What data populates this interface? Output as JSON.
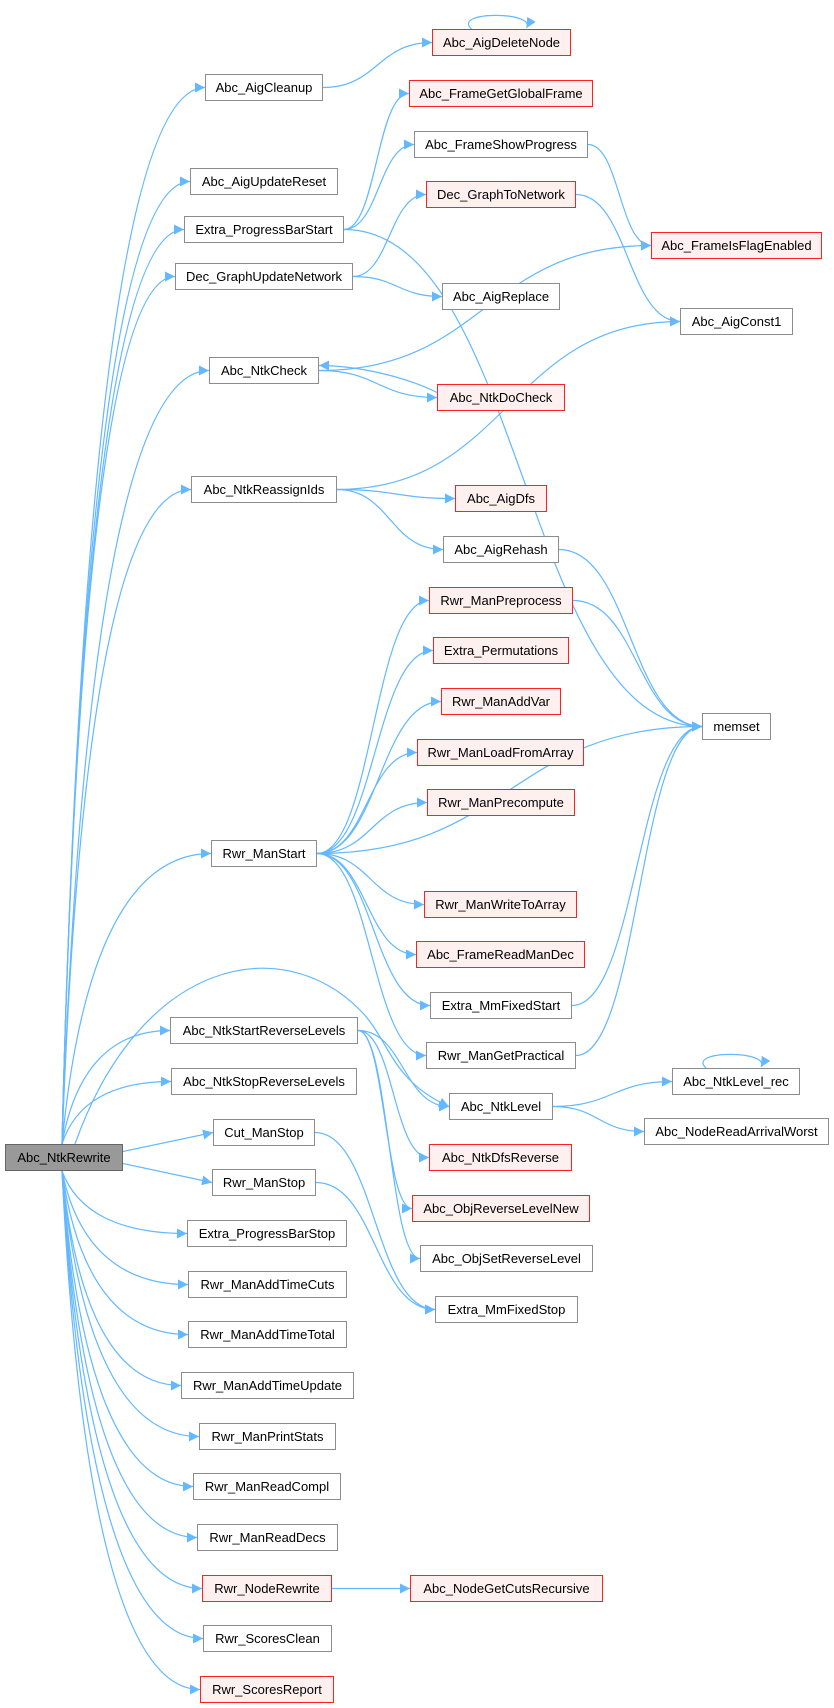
{
  "graph": {
    "root": "Abc_NtkRewrite",
    "nodes": [
      {
        "label": "Abc_NtkRewrite",
        "style": "root"
      },
      {
        "label": "Abc_AigCleanup",
        "style": "normal"
      },
      {
        "label": "Abc_AigDeleteNode",
        "style": "red"
      },
      {
        "label": "Abc_FrameGetGlobalFrame",
        "style": "red"
      },
      {
        "label": "Abc_FrameShowProgress",
        "style": "normal"
      },
      {
        "label": "Abc_AigUpdateReset",
        "style": "normal"
      },
      {
        "label": "Extra_ProgressBarStart",
        "style": "normal"
      },
      {
        "label": "Dec_GraphToNetwork",
        "style": "red"
      },
      {
        "label": "Abc_FrameIsFlagEnabled",
        "style": "red"
      },
      {
        "label": "Dec_GraphUpdateNetwork",
        "style": "normal"
      },
      {
        "label": "Abc_AigReplace",
        "style": "normal"
      },
      {
        "label": "Abc_AigConst1",
        "style": "normal"
      },
      {
        "label": "Abc_NtkCheck",
        "style": "normal"
      },
      {
        "label": "Abc_NtkDoCheck",
        "style": "red"
      },
      {
        "label": "Abc_NtkReassignIds",
        "style": "normal"
      },
      {
        "label": "Abc_AigDfs",
        "style": "red"
      },
      {
        "label": "Abc_AigRehash",
        "style": "normal"
      },
      {
        "label": "Rwr_ManPreprocess",
        "style": "red"
      },
      {
        "label": "Extra_Permutations",
        "style": "red"
      },
      {
        "label": "Rwr_ManAddVar",
        "style": "red"
      },
      {
        "label": "memset",
        "style": "normal"
      },
      {
        "label": "Rwr_ManLoadFromArray",
        "style": "red"
      },
      {
        "label": "Rwr_ManPrecompute",
        "style": "red"
      },
      {
        "label": "Rwr_ManStart",
        "style": "normal"
      },
      {
        "label": "Rwr_ManWriteToArray",
        "style": "red"
      },
      {
        "label": "Abc_FrameReadManDec",
        "style": "red"
      },
      {
        "label": "Extra_MmFixedStart",
        "style": "normal"
      },
      {
        "label": "Abc_NtkStartReverseLevels",
        "style": "normal"
      },
      {
        "label": "Rwr_ManGetPractical",
        "style": "normal"
      },
      {
        "label": "Abc_NtkLevel_rec",
        "style": "normal"
      },
      {
        "label": "Abc_NtkStopReverseLevels",
        "style": "normal"
      },
      {
        "label": "Abc_NtkLevel",
        "style": "normal"
      },
      {
        "label": "Abc_NodeReadArrivalWorst",
        "style": "normal"
      },
      {
        "label": "Cut_ManStop",
        "style": "normal"
      },
      {
        "label": "Abc_NtkDfsReverse",
        "style": "red"
      },
      {
        "label": "Rwr_ManStop",
        "style": "normal"
      },
      {
        "label": "Abc_ObjReverseLevelNew",
        "style": "red"
      },
      {
        "label": "Extra_ProgressBarStop",
        "style": "normal"
      },
      {
        "label": "Abc_ObjSetReverseLevel",
        "style": "normal"
      },
      {
        "label": "Rwr_ManAddTimeCuts",
        "style": "normal"
      },
      {
        "label": "Extra_MmFixedStop",
        "style": "normal"
      },
      {
        "label": "Rwr_ManAddTimeTotal",
        "style": "normal"
      },
      {
        "label": "Rwr_ManAddTimeUpdate",
        "style": "normal"
      },
      {
        "label": "Rwr_ManPrintStats",
        "style": "normal"
      },
      {
        "label": "Rwr_ManReadCompl",
        "style": "normal"
      },
      {
        "label": "Rwr_ManReadDecs",
        "style": "normal"
      },
      {
        "label": "Rwr_NodeRewrite",
        "style": "red"
      },
      {
        "label": "Abc_NodeGetCutsRecursive",
        "style": "red"
      },
      {
        "label": "Rwr_ScoresClean",
        "style": "normal"
      },
      {
        "label": "Rwr_ScoresReport",
        "style": "red"
      }
    ],
    "edges": [
      [
        "Abc_NtkRewrite",
        "Abc_AigCleanup"
      ],
      [
        "Abc_NtkRewrite",
        "Abc_AigUpdateReset"
      ],
      [
        "Abc_NtkRewrite",
        "Extra_ProgressBarStart"
      ],
      [
        "Abc_NtkRewrite",
        "Dec_GraphUpdateNetwork"
      ],
      [
        "Abc_NtkRewrite",
        "Abc_NtkCheck"
      ],
      [
        "Abc_NtkRewrite",
        "Abc_NtkReassignIds"
      ],
      [
        "Abc_NtkRewrite",
        "Rwr_ManStart"
      ],
      [
        "Abc_NtkRewrite",
        "Abc_NtkStartReverseLevels"
      ],
      [
        "Abc_NtkRewrite",
        "Abc_NtkLevel"
      ],
      [
        "Abc_NtkRewrite",
        "Abc_NtkStopReverseLevels"
      ],
      [
        "Abc_NtkRewrite",
        "Cut_ManStop"
      ],
      [
        "Abc_NtkRewrite",
        "Rwr_ManStop"
      ],
      [
        "Abc_NtkRewrite",
        "Extra_ProgressBarStop"
      ],
      [
        "Abc_NtkRewrite",
        "Rwr_ManAddTimeCuts"
      ],
      [
        "Abc_NtkRewrite",
        "Rwr_ManAddTimeTotal"
      ],
      [
        "Abc_NtkRewrite",
        "Rwr_ManAddTimeUpdate"
      ],
      [
        "Abc_NtkRewrite",
        "Rwr_ManPrintStats"
      ],
      [
        "Abc_NtkRewrite",
        "Rwr_ManReadCompl"
      ],
      [
        "Abc_NtkRewrite",
        "Rwr_ManReadDecs"
      ],
      [
        "Abc_NtkRewrite",
        "Rwr_NodeRewrite"
      ],
      [
        "Abc_NtkRewrite",
        "Rwr_ScoresClean"
      ],
      [
        "Abc_NtkRewrite",
        "Rwr_ScoresReport"
      ],
      [
        "Abc_AigCleanup",
        "Abc_AigDeleteNode"
      ],
      [
        "Abc_AigDeleteNode",
        "Abc_AigDeleteNode"
      ],
      [
        "Extra_ProgressBarStart",
        "Abc_FrameGetGlobalFrame"
      ],
      [
        "Extra_ProgressBarStart",
        "Abc_FrameShowProgress"
      ],
      [
        "Extra_ProgressBarStart",
        "memset"
      ],
      [
        "Abc_FrameShowProgress",
        "Abc_FrameIsFlagEnabled"
      ],
      [
        "Dec_GraphUpdateNetwork",
        "Dec_GraphToNetwork"
      ],
      [
        "Dec_GraphUpdateNetwork",
        "Abc_AigReplace"
      ],
      [
        "Dec_GraphToNetwork",
        "Abc_AigConst1"
      ],
      [
        "Abc_NtkCheck",
        "Abc_FrameIsFlagEnabled"
      ],
      [
        "Abc_NtkCheck",
        "Abc_NtkDoCheck"
      ],
      [
        "Abc_NtkDoCheck",
        "Abc_NtkCheck"
      ],
      [
        "Abc_NtkReassignIds",
        "Abc_AigConst1"
      ],
      [
        "Abc_NtkReassignIds",
        "Abc_AigDfs"
      ],
      [
        "Abc_NtkReassignIds",
        "Abc_AigRehash"
      ],
      [
        "Abc_AigRehash",
        "memset"
      ],
      [
        "Rwr_ManStart",
        "Rwr_ManPreprocess"
      ],
      [
        "Rwr_ManStart",
        "Extra_Permutations"
      ],
      [
        "Rwr_ManStart",
        "Rwr_ManAddVar"
      ],
      [
        "Rwr_ManStart",
        "Rwr_ManLoadFromArray"
      ],
      [
        "Rwr_ManStart",
        "Rwr_ManPrecompute"
      ],
      [
        "Rwr_ManStart",
        "memset"
      ],
      [
        "Rwr_ManStart",
        "Rwr_ManWriteToArray"
      ],
      [
        "Rwr_ManStart",
        "Abc_FrameReadManDec"
      ],
      [
        "Rwr_ManStart",
        "Extra_MmFixedStart"
      ],
      [
        "Rwr_ManStart",
        "Rwr_ManGetPractical"
      ],
      [
        "Rwr_ManPreprocess",
        "memset"
      ],
      [
        "Extra_MmFixedStart",
        "memset"
      ],
      [
        "Rwr_ManGetPractical",
        "memset"
      ],
      [
        "Abc_NtkStartReverseLevels",
        "Abc_NtkLevel"
      ],
      [
        "Abc_NtkStartReverseLevels",
        "Abc_NtkDfsReverse"
      ],
      [
        "Abc_NtkStartReverseLevels",
        "Abc_ObjReverseLevelNew"
      ],
      [
        "Abc_NtkStartReverseLevels",
        "Abc_ObjSetReverseLevel"
      ],
      [
        "Abc_NtkLevel",
        "Abc_NtkLevel_rec"
      ],
      [
        "Abc_NtkLevel",
        "Abc_NodeReadArrivalWorst"
      ],
      [
        "Abc_NtkLevel_rec",
        "Abc_NtkLevel_rec"
      ],
      [
        "Cut_ManStop",
        "Extra_MmFixedStop"
      ],
      [
        "Rwr_ManStop",
        "Extra_MmFixedStop"
      ],
      [
        "Rwr_NodeRewrite",
        "Abc_NodeGetCutsRecursive"
      ]
    ]
  },
  "colors": {
    "edge": "#63b8ff",
    "node_border": "#8c8c8c",
    "node_fill": "#ffffff",
    "red_border": "#ff2020",
    "red_fill": "#fff0f0",
    "root_fill": "#999999",
    "root_border": "#666666"
  }
}
